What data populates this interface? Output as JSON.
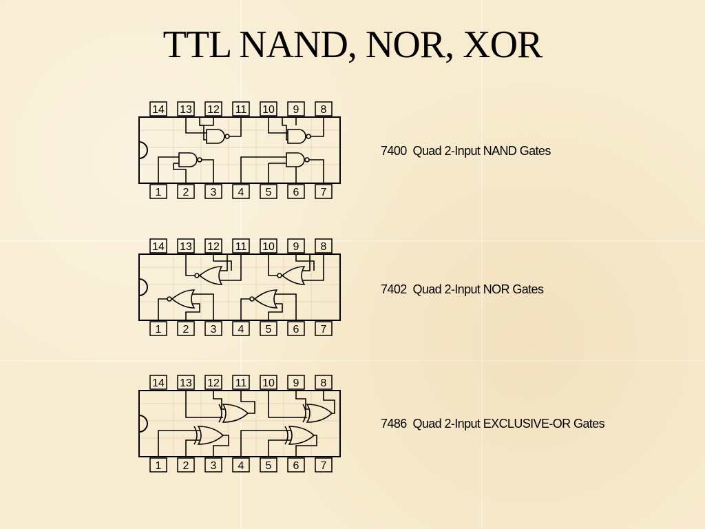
{
  "slide": {
    "title": "TTL NAND, NOR, XOR"
  },
  "chips": [
    {
      "part": "7400",
      "caption": "7400  Quad 2-Input NAND Gates",
      "gate": "nand",
      "top_pins": [
        "14",
        "13",
        "12",
        "11",
        "10",
        "9",
        "8"
      ],
      "bottom_pins": [
        "1",
        "2",
        "3",
        "4",
        "5",
        "6",
        "7"
      ]
    },
    {
      "part": "7402",
      "caption": "7402  Quad 2-Input NOR Gates",
      "gate": "nor",
      "top_pins": [
        "14",
        "13",
        "12",
        "11",
        "10",
        "9",
        "8"
      ],
      "bottom_pins": [
        "1",
        "2",
        "3",
        "4",
        "5",
        "6",
        "7"
      ]
    },
    {
      "part": "7486",
      "caption": "7486  Quad 2-Input EXCLUSIVE-OR Gates",
      "gate": "xor",
      "top_pins": [
        "14",
        "13",
        "12",
        "11",
        "10",
        "9",
        "8"
      ],
      "bottom_pins": [
        "1",
        "2",
        "3",
        "4",
        "5",
        "6",
        "7"
      ]
    }
  ]
}
